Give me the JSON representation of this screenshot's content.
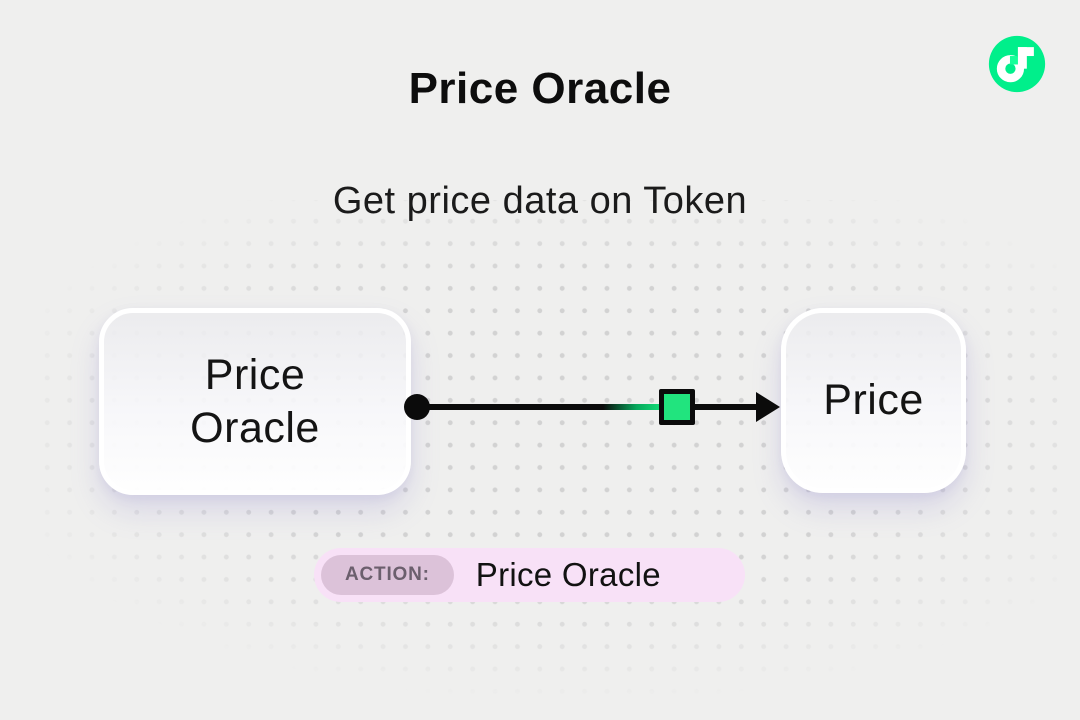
{
  "header": {
    "title": "Price Oracle",
    "subtitle": "Get price data on Token"
  },
  "logo": {
    "name": "Flow",
    "circle_color": "#00ef8b",
    "accent_color": "#16ff99"
  },
  "diagram": {
    "nodes": [
      {
        "id": "source",
        "label": "Price Oracle"
      },
      {
        "id": "target",
        "label": "Price"
      }
    ],
    "edge": {
      "from": "Price Oracle",
      "to": "Price",
      "line_color": "#0b0b0b",
      "marker_color": "#21e47e"
    }
  },
  "action_bar": {
    "badge": "ACTION:",
    "label": "Price Oracle",
    "bg_color": "#f8e1f7",
    "badge_bg_color": "#dcc2d9"
  },
  "background": {
    "color": "#efefee",
    "dot_color": "#d2d2d2"
  }
}
